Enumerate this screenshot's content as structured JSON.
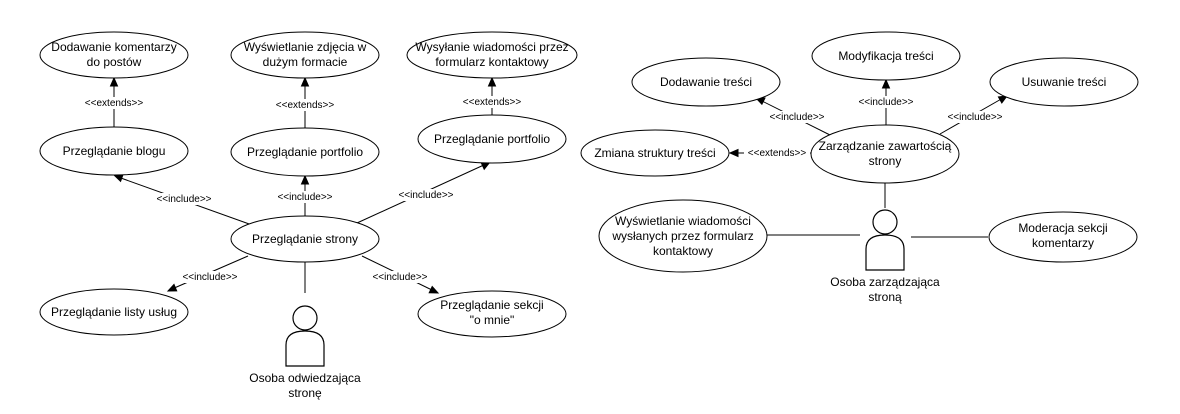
{
  "left_diagram": {
    "use_cases": {
      "browse_site": "Przeglądanie strony",
      "browse_blog": "Przeglądanie blogu",
      "browse_portfolio_1": "Przeglądanie portfolio",
      "browse_portfolio_2": "Przeglądanie portfolio",
      "add_comments": [
        "Dodawanie komentarzy",
        "do postów"
      ],
      "view_photo_large": [
        "Wyświetlanie zdjęcia w",
        "dużym formacie"
      ],
      "send_contact_message": [
        "Wysyłanie wiadomości przez",
        "formularz kontaktowy"
      ],
      "browse_services": "Przeglądanie listy usług",
      "browse_about": [
        "Przeglądanie sekcji",
        "\"o mnie\""
      ]
    },
    "relations": {
      "extends_1": "<<extends>>",
      "extends_2": "<<extends>>",
      "extends_3": "<<extends>>",
      "include_blog": "<<include>>",
      "include_portfolio_1": "<<include>>",
      "include_portfolio_2": "<<include>>",
      "include_services": "<<include>>",
      "include_about": "<<include>>"
    },
    "actor": [
      "Osoba odwiedzająca",
      "stronę"
    ]
  },
  "right_diagram": {
    "use_cases": {
      "manage_content": [
        "Zarządzanie zawartością",
        "strony"
      ],
      "add_content": "Dodawanie treści",
      "modify_content": "Modyfikacja treści",
      "delete_content": "Usuwanie treści",
      "change_structure": "Zmiana struktury treści",
      "view_messages": [
        "Wyświetlanie wiadomości",
        "wysłanych przez formularz",
        "kontaktowy"
      ],
      "moderate_comments": [
        "Moderacja sekcji",
        "komentarzy"
      ]
    },
    "relations": {
      "include_add": "<<include>>",
      "include_modify": "<<include>>",
      "include_delete": "<<include>>",
      "extends_structure": "<<extends>>"
    },
    "actor": [
      "Osoba zarządzająca",
      "stroną"
    ]
  }
}
